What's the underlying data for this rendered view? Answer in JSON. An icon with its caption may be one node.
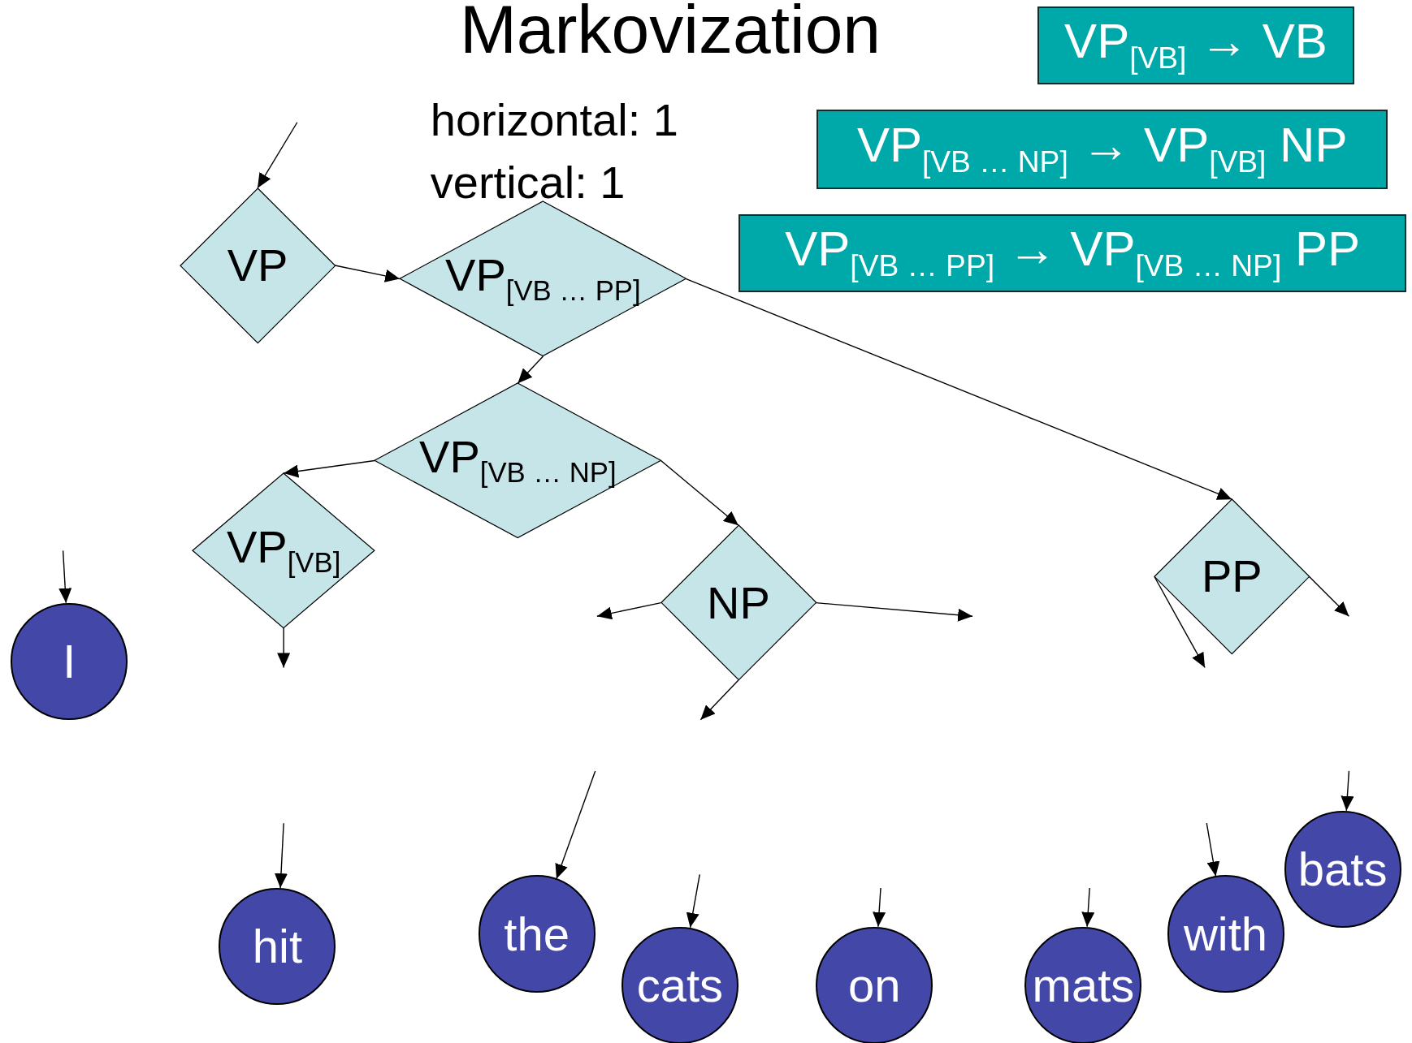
{
  "diagram": {
    "title": "Markovization",
    "nodes": [
      {
        "text": [
          "VP$_{[VB]}$ → VB"
        ]
      },
      {
        "text": [
          "VP$_{[VB … NP]}$ → VP$_{[VB]}$ NP"
        ]
      },
      {
        "text": [
          "VP$_{[VB … PP]}$ → VP$_{[VB … NP]}$ PP"
        ]
      },
      {
        "text": [
          "VP"
        ]
      },
      {
        "text": [
          "VP$_{[VB … PP]}$"
        ]
      },
      {
        "text": [
          "VP$_{[VB … NP]}$"
        ]
      },
      {
        "text": [
          "VP$_{[VB]}$"
        ]
      },
      {
        "text": [
          "NP"
        ]
      },
      {
        "text": [
          "PP"
        ]
      },
      {
        "text": [
          "I"
        ]
      },
      {
        "text": [
          "hit"
        ]
      },
      {
        "text": [
          "the"
        ]
      },
      {
        "text": [
          "cats"
        ]
      },
      {
        "text": [
          "on"
        ]
      },
      {
        "text": [
          "mats"
        ]
      },
      {
        "text": [
          "with"
        ]
      },
      {
        "text": [
          "bats"
        ]
      }
    ],
    "edges": [
      {
        "from": null,
        "to": 3,
        "arrow": "to"
      },
      {
        "from": 3,
        "to": 4,
        "arrow": "to"
      },
      {
        "from": 4,
        "to": 5,
        "arrow": "to"
      },
      {
        "from": 4,
        "to": 8,
        "arrow": "to"
      },
      {
        "from": 5,
        "to": 6,
        "arrow": "to"
      },
      {
        "from": 5,
        "to": 7,
        "arrow": "to"
      },
      {
        "from": 6,
        "to": null,
        "arrow": "to"
      },
      {
        "from": 7,
        "to": null,
        "arrow": "to"
      },
      {
        "from": 7,
        "to": null,
        "arrow": "to"
      },
      {
        "from": 7,
        "to": null,
        "arrow": "to"
      },
      {
        "from": 8,
        "to": null,
        "arrow": "to"
      },
      {
        "from": 8,
        "to": null,
        "arrow": "to"
      },
      {
        "from": null,
        "to": 9,
        "arrow": "to"
      },
      {
        "from": null,
        "to": 10,
        "arrow": "to"
      },
      {
        "from": null,
        "to": 11,
        "arrow": "to"
      },
      {
        "from": null,
        "to": 12,
        "arrow": "to"
      },
      {
        "from": null,
        "to": 13,
        "arrow": "to"
      },
      {
        "from": null,
        "to": 14,
        "arrow": "to"
      },
      {
        "from": null,
        "to": 15,
        "arrow": "to"
      },
      {
        "from": null,
        "to": 16,
        "arrow": "to"
      }
    ],
    "labels": [
      "horizontal: 1",
      "vertical: 1"
    ]
  }
}
